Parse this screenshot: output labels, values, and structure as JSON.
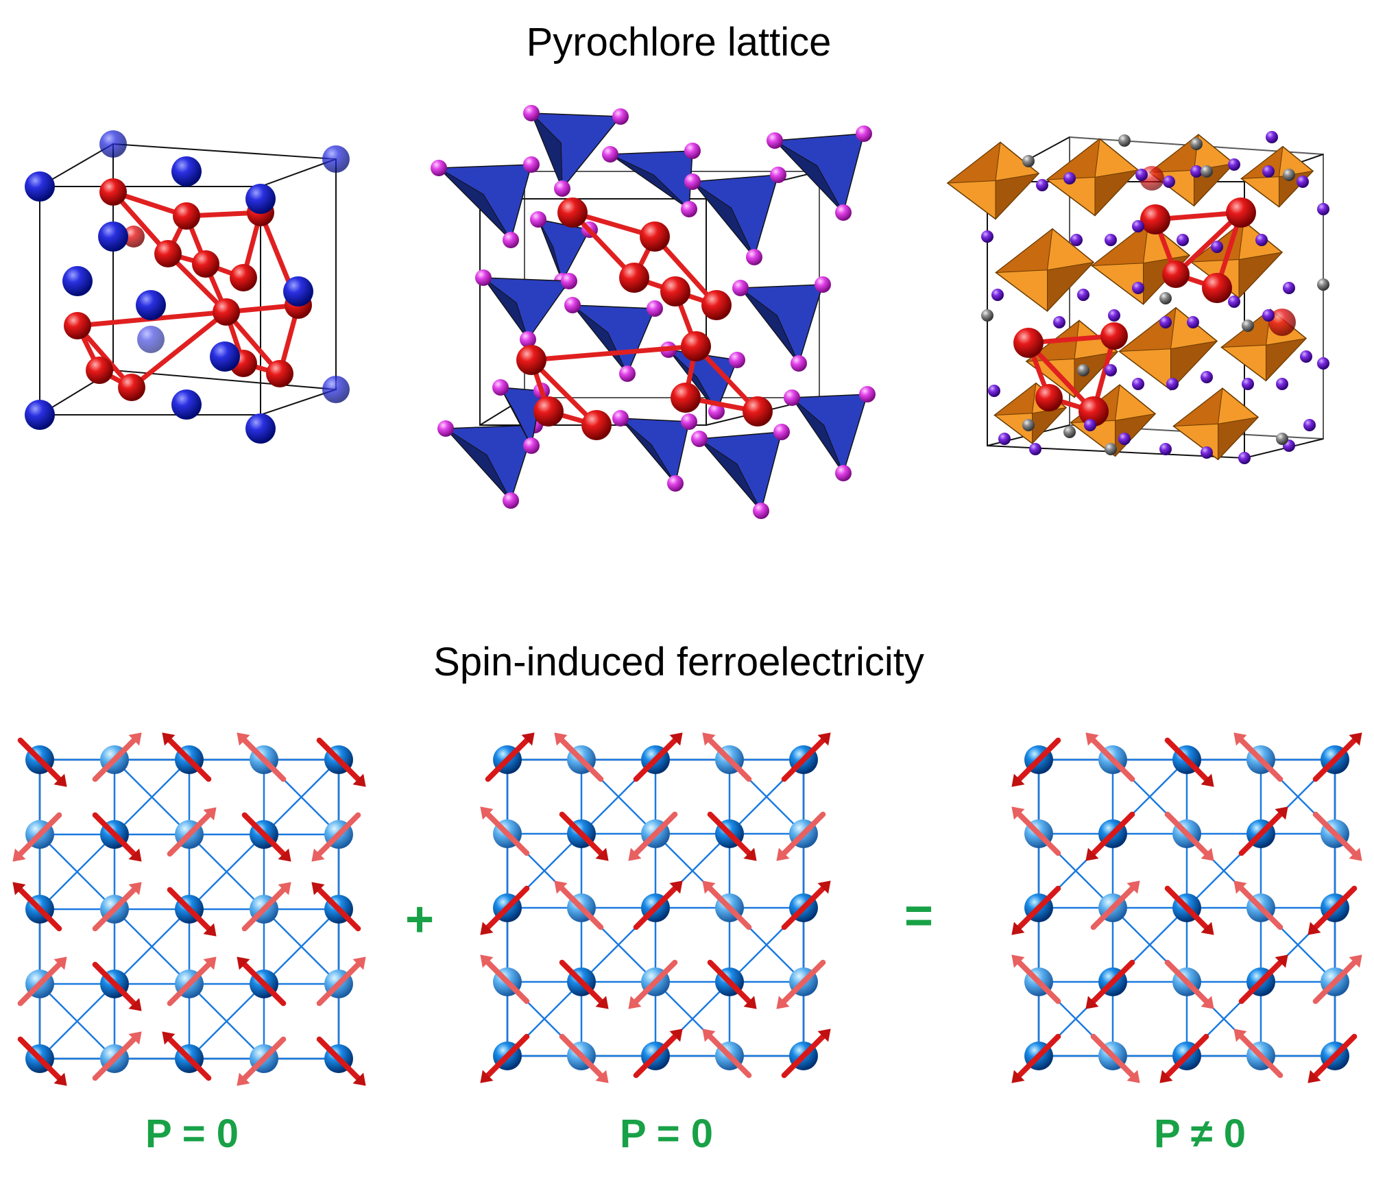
{
  "titles": {
    "top": "Pyrochlore lattice",
    "bottom": "Spin-induced ferroelectricity"
  },
  "operators": {
    "plus": "+",
    "equals": "="
  },
  "polarization_labels": [
    "P = 0",
    "P = 0",
    "P ≠ 0"
  ],
  "colors": {
    "A_site_blue": "#1a1fd0",
    "B_site_red": "#e01a1a",
    "bond_red": "#e02020",
    "tetrahedron_blue": "#2a3fc0",
    "oxygen_magenta": "#e040e8",
    "octahedron_orange": "#f08a1c",
    "oxygen_purple": "#7a2ae0",
    "atom_gray": "#8a8a8a",
    "lattice_atom_blue": "#1a7ae0",
    "lattice_line_blue": "#1a7ae0",
    "spin_arrow_red": "#e02020",
    "label_green": "#18a146"
  },
  "spin_patterns": {
    "panel1": [
      [
        "SE",
        "NE",
        "NW",
        "NW",
        "SE"
      ],
      [
        "SW",
        "SE",
        "NE",
        "SE",
        "SW"
      ],
      [
        "NW",
        "NE",
        "SE",
        "NE",
        "NW"
      ],
      [
        "NE",
        "SE",
        "NE",
        "NW",
        "NE"
      ],
      [
        "SE",
        "NE",
        "NW",
        "SW",
        "SE"
      ]
    ],
    "panel2": [
      [
        "NE",
        "NW",
        "NE",
        "NW",
        "NE"
      ],
      [
        "NW",
        "SE",
        "SW",
        "SE",
        "SW"
      ],
      [
        "SW",
        "NW",
        "NE",
        "NW",
        "NE"
      ],
      [
        "NW",
        "SE",
        "SW",
        "SE",
        "SW"
      ],
      [
        "SW",
        "SE",
        "NE",
        "NW",
        "NE"
      ]
    ],
    "panel3": [
      [
        "SW",
        "NW",
        "SE",
        "NW",
        "NE"
      ],
      [
        "NW",
        "SW",
        "SE",
        "NE",
        "SE"
      ],
      [
        "SW",
        "NE",
        "SE",
        "NW",
        "SW"
      ],
      [
        "NW",
        "SW",
        "SE",
        "NE",
        "NE"
      ],
      [
        "SW",
        "SE",
        "SW",
        "NW",
        "SW"
      ]
    ]
  }
}
